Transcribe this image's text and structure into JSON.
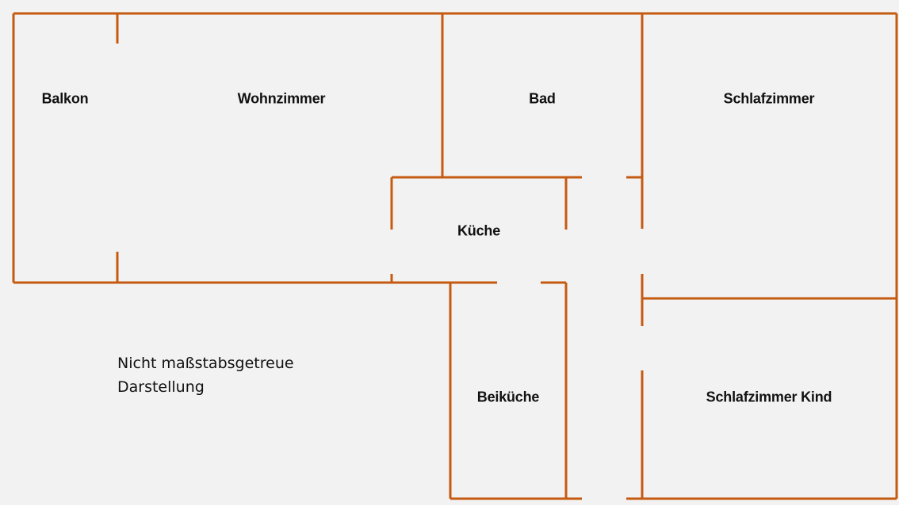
{
  "colors": {
    "wall": "#c55a11",
    "background": "#f2f2f2",
    "text": "#111111"
  },
  "rooms": {
    "balkon": "Balkon",
    "wohnzimmer": "Wohnzimmer",
    "bad": "Bad",
    "schlafzimmer": "Schlafzimmer",
    "kueche": "Küche",
    "beikueche": "Beiküche",
    "schlafzimmer_kind": "Schlafzimmer Kind"
  },
  "note": {
    "line1": "Nicht maßstabsgetreue",
    "line2": "Darstellung"
  }
}
